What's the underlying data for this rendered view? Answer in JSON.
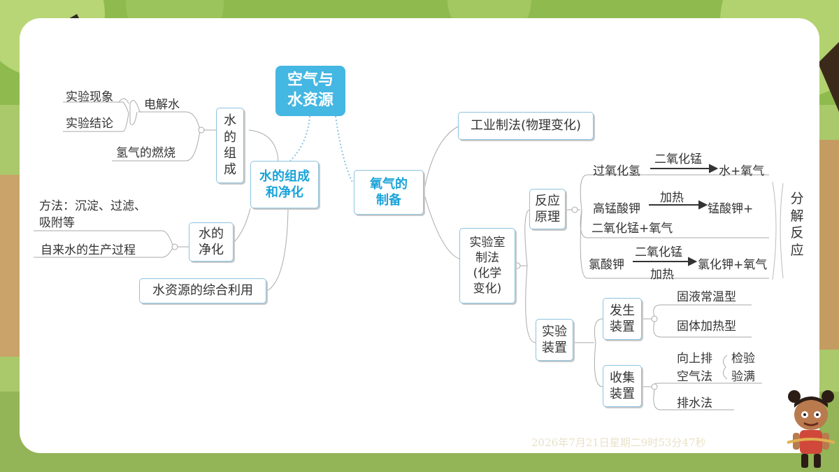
{
  "root": {
    "line1": "空气与",
    "line2": "水资源"
  },
  "left": {
    "water_comp_purif": {
      "line1": "水的组成",
      "line2": "和净化"
    },
    "water_comp": {
      "chars": [
        "水",
        "的",
        "组",
        "成"
      ]
    },
    "electrolysis": "电解水",
    "phenomenon": "实验现象",
    "conclusion": "实验结论",
    "hydrogen_burn": "氢气的燃烧",
    "purification": {
      "line1": "水的",
      "line2": "净化"
    },
    "method": {
      "line1": "方法：沉淀、过滤、",
      "line2": "吸附等"
    },
    "tap_water": "自来水的生产过程",
    "utilization": "水资源的综合利用"
  },
  "right": {
    "oxygen_prep": {
      "line1": "氧气的",
      "line2": "制备"
    },
    "industrial": "工业制法(物理变化)",
    "lab": {
      "line1": "实验室",
      "line2": "制法",
      "line3": "(化学",
      "line4": "变化)"
    },
    "principle": {
      "line1": "反应",
      "line2": "原理"
    },
    "r1": {
      "reactant": "过氧化氢",
      "condition": "二氧化锰",
      "product": "水+氧气"
    },
    "r2": {
      "reactant": "高锰酸钾",
      "condition": "加热",
      "product": "锰酸钾+",
      "product2": "二氧化锰+氧气"
    },
    "r3": {
      "reactant": "氯酸钾",
      "condition_top": "二氧化锰",
      "condition_bottom": "加热",
      "product": "氯化钾+氧气"
    },
    "decomposition": {
      "chars": [
        "分",
        "解",
        "反",
        "应"
      ]
    },
    "apparatus": {
      "line1": "实验",
      "line2": "装置"
    },
    "generation": {
      "line1": "发生",
      "line2": "装置"
    },
    "solid_liquid": "固液常温型",
    "solid_heat": "固体加热型",
    "collection": {
      "line1": "收集",
      "line2": "装置"
    },
    "upward_air": {
      "line1": "向上排",
      "line2": "空气法"
    },
    "check": {
      "line1": "检验",
      "line2": "验满"
    },
    "water_disp": "排水法"
  },
  "timestamp": "2026年7月21日星期二9时53分47秒"
}
